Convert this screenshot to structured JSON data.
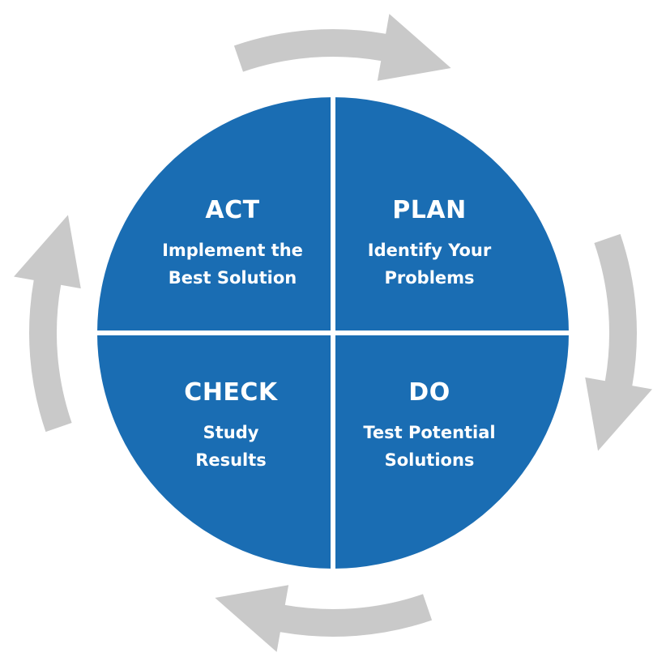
{
  "colors": {
    "circle": "#1a6db3",
    "arrow": "#c9c9c9",
    "divider": "#ffffff"
  },
  "quadrants": [
    {
      "id": "act",
      "title": "ACT",
      "lines": [
        "Implement the",
        "Best Solution"
      ]
    },
    {
      "id": "plan",
      "title": "PLAN",
      "lines": [
        "Identify Your",
        "Problems"
      ]
    },
    {
      "id": "check",
      "title": "CHECK",
      "lines": [
        "Study",
        "Results"
      ]
    },
    {
      "id": "do",
      "title": "DO",
      "lines": [
        "Test Potential",
        "Solutions"
      ]
    }
  ],
  "cycle_direction": "clockwise"
}
